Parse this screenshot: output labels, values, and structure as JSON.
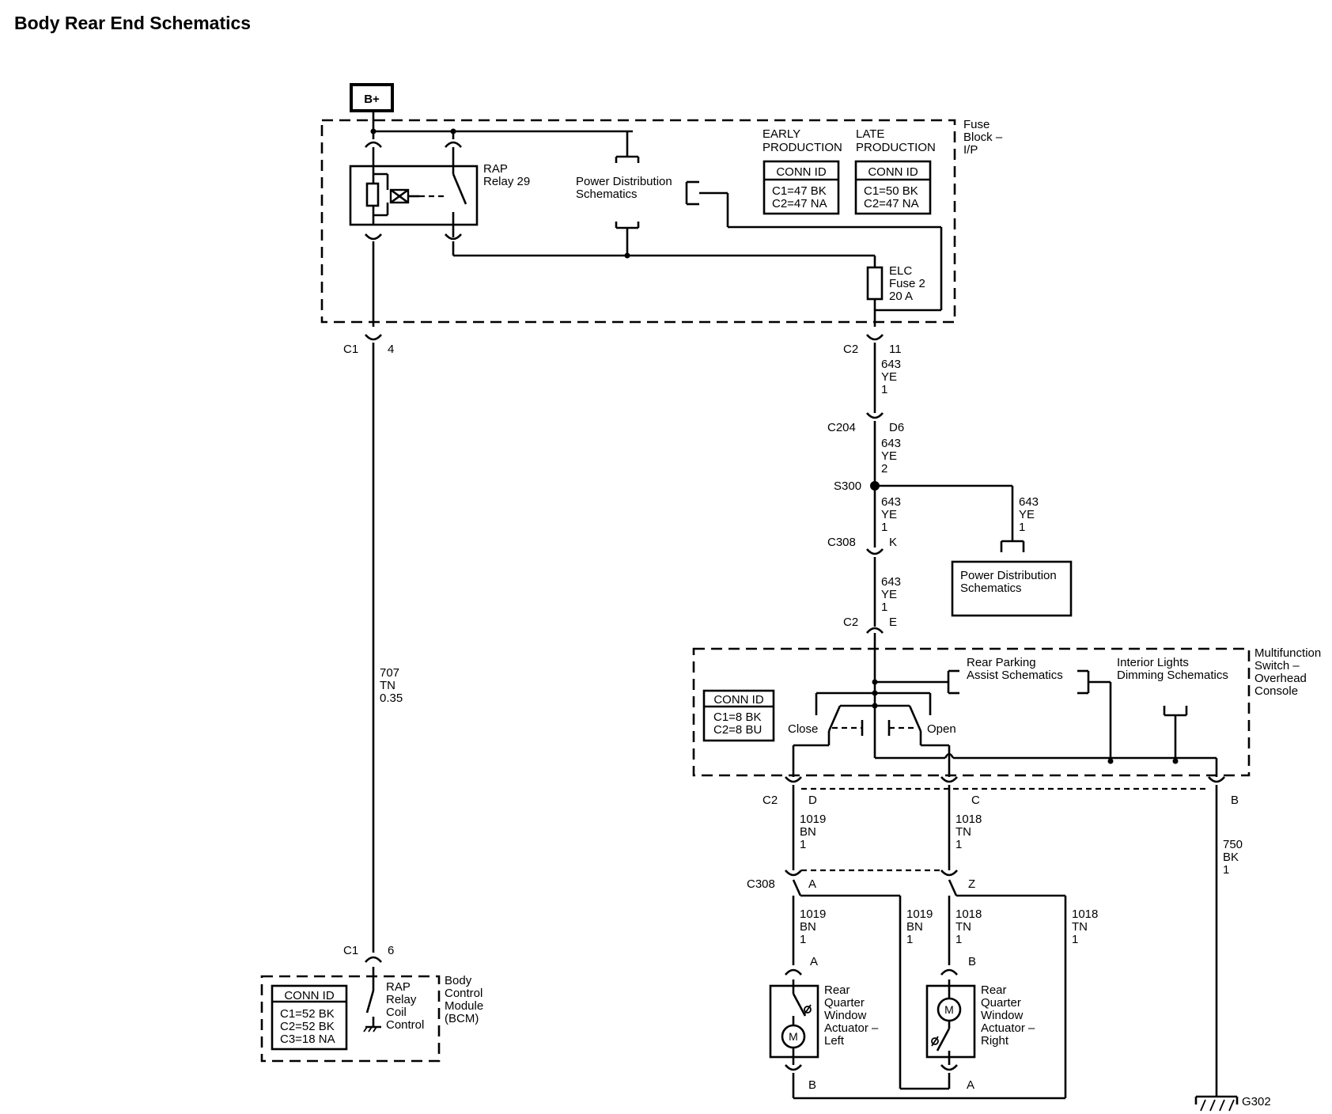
{
  "title": "Body Rear End Schematics",
  "battery": "B+",
  "fuse_block": {
    "name": [
      "Fuse",
      "Block –",
      "I/P"
    ],
    "relay": [
      "RAP",
      "Relay 29"
    ],
    "power_dist": [
      "Power Distribution",
      "Schematics"
    ],
    "fuse": [
      "ELC",
      "Fuse 2",
      "20 A"
    ],
    "early": {
      "label": [
        "EARLY",
        "PRODUCTION"
      ],
      "header": "CONN ID",
      "rows": [
        "C1=47 BK",
        "C2=47 NA"
      ]
    },
    "late": {
      "label": [
        "LATE",
        "PRODUCTION"
      ],
      "header": "CONN ID",
      "rows": [
        "C1=50 BK",
        "C2=47 NA"
      ]
    }
  },
  "left_circuit": {
    "top_conn": {
      "id": "C1",
      "pin": "4"
    },
    "wire": [
      "707",
      "TN",
      "0.35"
    ],
    "bottom_conn": {
      "id": "C1",
      "pin": "6"
    }
  },
  "bcm": {
    "name": [
      "Body",
      "Control",
      "Module",
      "(BCM)"
    ],
    "relay_ctrl": [
      "RAP",
      "Relay",
      "Coil",
      "Control"
    ],
    "conn_header": "CONN ID",
    "conn_rows": [
      "C1=52 BK",
      "C2=52 BK",
      "C3=18 NA"
    ]
  },
  "main_circuit": {
    "c2_top": {
      "id": "C2",
      "pin": "11"
    },
    "wire1": [
      "643",
      "YE",
      "1"
    ],
    "c204": {
      "id": "C204",
      "pin": "D6"
    },
    "wire2": [
      "643",
      "YE",
      "2"
    ],
    "splice": "S300",
    "wire3": [
      "643",
      "YE",
      "1"
    ],
    "branch_wire": [
      "643",
      "YE",
      "1"
    ],
    "branch_target": [
      "Power Distribution",
      "Schematics"
    ],
    "c308": {
      "id": "C308",
      "pin": "K"
    },
    "wire4": [
      "643",
      "YE",
      "1"
    ],
    "c2_e": {
      "id": "C2",
      "pin": "E"
    }
  },
  "multifunction": {
    "name": [
      "Multifunction",
      "Switch –",
      "Overhead",
      "Console"
    ],
    "conn_header": "CONN ID",
    "conn_rows": [
      "C1=8 BK",
      "C2=8 BU"
    ],
    "rear_parking": [
      "Rear Parking",
      "Assist Schematics"
    ],
    "interior_lights": [
      "Interior Lights",
      "Dimming Schematics"
    ],
    "close": "Close",
    "open": "Open"
  },
  "lower": {
    "c2": "C2",
    "pin_d": "D",
    "pin_c": "C",
    "pin_b": "B",
    "wire_1019": [
      "1019",
      "BN",
      "1"
    ],
    "wire_1018": [
      "1018",
      "TN",
      "1"
    ],
    "wire_750": [
      "750",
      "BK",
      "1"
    ],
    "c308": "C308",
    "pin_a": "A",
    "pin_z": "Z",
    "wire_1019_a": [
      "1019",
      "BN",
      "1"
    ],
    "wire_1019_b": [
      "1019",
      "BN",
      "1"
    ],
    "wire_1018_a": [
      "1018",
      "TN",
      "1"
    ],
    "wire_1018_b": [
      "1018",
      "TN",
      "1"
    ],
    "left_actuator": {
      "name": [
        "Rear",
        "Quarter",
        "Window",
        "Actuator –",
        "Left"
      ],
      "pin_top": "A",
      "pin_bottom": "B",
      "motor": "M"
    },
    "right_actuator": {
      "name": [
        "Rear",
        "Quarter",
        "Window",
        "Actuator –",
        "Right"
      ],
      "pin_top": "B",
      "pin_bottom": "A",
      "motor": "M"
    },
    "ground": "G302"
  }
}
